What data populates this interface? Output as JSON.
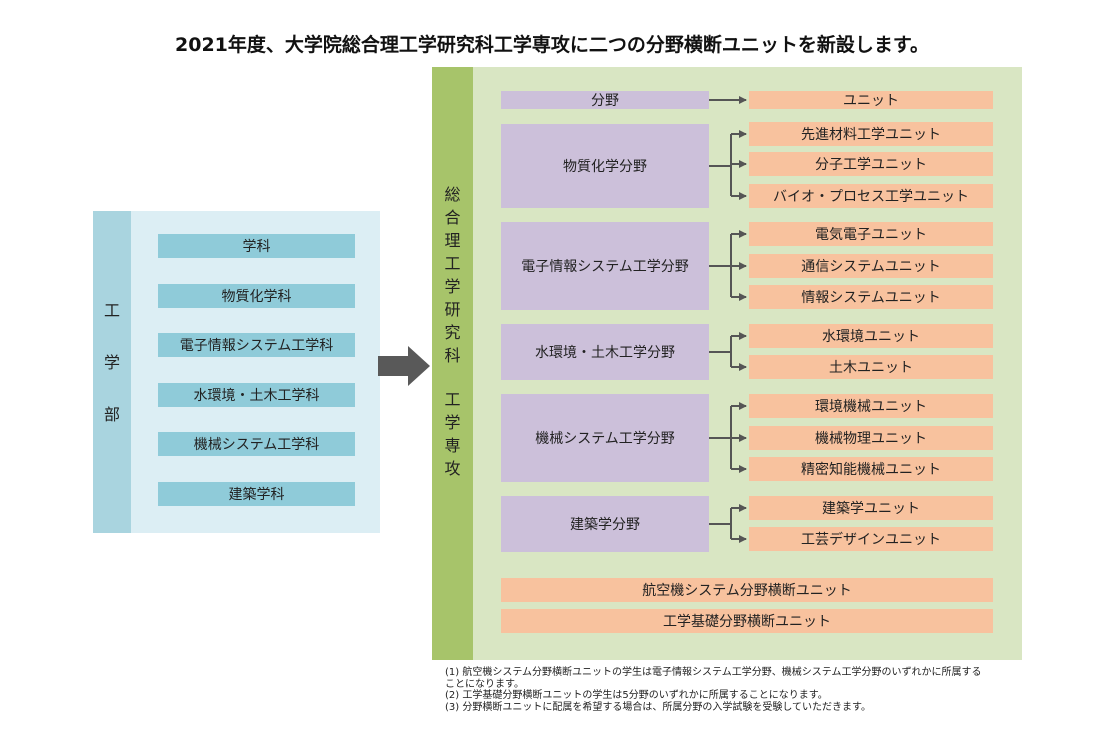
{
  "title": "2021年度、大学院総合理工学研究科工学専攻に二つの分野横断ユニットを新設します。",
  "faculty": {
    "label": "工学部",
    "departments": [
      "学科",
      "物質化学科",
      "電子情報システム工学科",
      "水環境・土木工学科",
      "機械システム工学科",
      "建築学科"
    ]
  },
  "graduate": {
    "label_school": "総合理工学研究科",
    "label_major": "工学専攻",
    "header_field": "分野",
    "header_unit": "ユニット",
    "fields": [
      {
        "name": "物質化学分野",
        "units": [
          "先進材料工学ユニット",
          "分子工学ユニット",
          "バイオ・プロセス工学ユニット"
        ]
      },
      {
        "name": "電子情報システム工学分野",
        "units": [
          "電気電子ユニット",
          "通信システムユニット",
          "情報システムユニット"
        ]
      },
      {
        "name": "水環境・土木工学分野",
        "units": [
          "水環境ユニット",
          "土木ユニット"
        ]
      },
      {
        "name": "機械システム工学分野",
        "units": [
          "環境機械ユニット",
          "機械物理ユニット",
          "精密知能機械ユニット"
        ]
      },
      {
        "name": "建築学分野",
        "units": [
          "建築学ユニット",
          "工芸デザインユニット"
        ]
      }
    ],
    "cross_units": [
      "航空機システム分野横断ユニット",
      "工学基礎分野横断ユニット"
    ]
  },
  "notes": [
    "(1) 航空機システム分野横断ユニットの学生は電子情報システム工学分野、機械システム工学分野のいずれかに所属する",
    "ことになります。",
    "(2) 工学基礎分野横断ユニットの学生は5分野のいずれかに所属することになります。",
    "(3) 分野横断ユニットに配属を希望する場合は、所属分野の入学試験を受験していただきます。"
  ],
  "colors": {
    "left_panel": "#dceef4",
    "left_strip": "#a9d4df",
    "department": "#8fcbd9",
    "right_panel": "#d9e6c3",
    "right_strip": "#a7c46a",
    "field": "#ccc0da",
    "unit": "#f8c29e",
    "arrow": "#555555"
  }
}
